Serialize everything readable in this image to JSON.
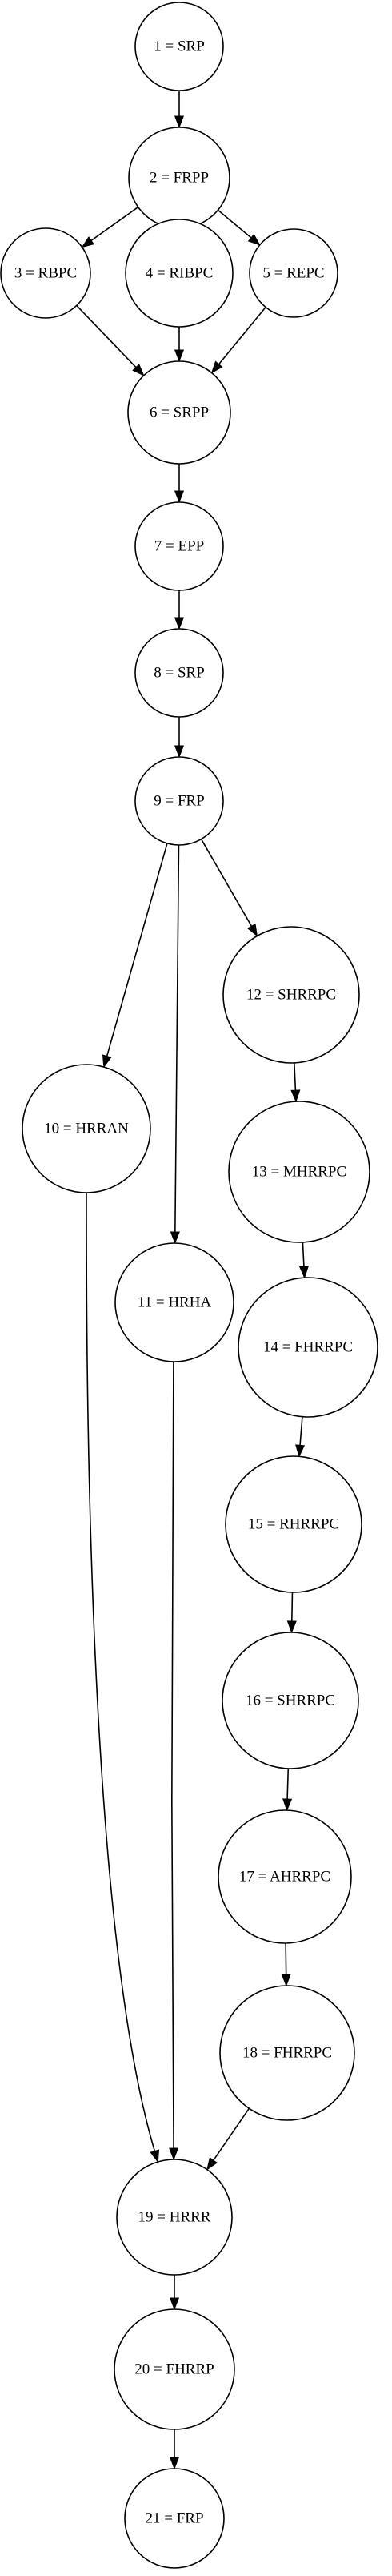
{
  "nodes": [
    {
      "id": "1",
      "label": "1 = SRP"
    },
    {
      "id": "2",
      "label": "2 = FRPP"
    },
    {
      "id": "3",
      "label": "3 = RBPC"
    },
    {
      "id": "4",
      "label": "4 = RIBPC"
    },
    {
      "id": "5",
      "label": "5 = REPC"
    },
    {
      "id": "6",
      "label": "6 = SRPP"
    },
    {
      "id": "7",
      "label": "7 = EPP"
    },
    {
      "id": "8",
      "label": "8 = SRP"
    },
    {
      "id": "9",
      "label": "9 = FRP"
    },
    {
      "id": "10",
      "label": "10 = HRRAN"
    },
    {
      "id": "11",
      "label": "11 = HRHA"
    },
    {
      "id": "12",
      "label": "12 = SHRRPC"
    },
    {
      "id": "13",
      "label": "13 = MHRRPC"
    },
    {
      "id": "14",
      "label": "14 = FHRRPC"
    },
    {
      "id": "15",
      "label": "15 = RHRRPC"
    },
    {
      "id": "16",
      "label": "16 = SHRRPC"
    },
    {
      "id": "17",
      "label": "17 = AHRRPC"
    },
    {
      "id": "18",
      "label": "18 = FHRRPC"
    },
    {
      "id": "19",
      "label": "19 = HRRR"
    },
    {
      "id": "20",
      "label": "20 = FHRRP"
    },
    {
      "id": "21",
      "label": "21 = FRP"
    }
  ],
  "edges": [
    {
      "from": "1",
      "to": "2"
    },
    {
      "from": "2",
      "to": "3"
    },
    {
      "from": "2",
      "to": "4"
    },
    {
      "from": "2",
      "to": "5"
    },
    {
      "from": "3",
      "to": "6"
    },
    {
      "from": "4",
      "to": "6"
    },
    {
      "from": "5",
      "to": "6"
    },
    {
      "from": "6",
      "to": "7"
    },
    {
      "from": "7",
      "to": "8"
    },
    {
      "from": "8",
      "to": "9"
    },
    {
      "from": "9",
      "to": "10"
    },
    {
      "from": "9",
      "to": "11"
    },
    {
      "from": "9",
      "to": "12"
    },
    {
      "from": "12",
      "to": "13"
    },
    {
      "from": "13",
      "to": "14"
    },
    {
      "from": "14",
      "to": "15"
    },
    {
      "from": "15",
      "to": "16"
    },
    {
      "from": "16",
      "to": "17"
    },
    {
      "from": "17",
      "to": "18"
    },
    {
      "from": "10",
      "to": "19"
    },
    {
      "from": "11",
      "to": "19"
    },
    {
      "from": "18",
      "to": "19"
    },
    {
      "from": "19",
      "to": "20"
    },
    {
      "from": "20",
      "to": "21"
    }
  ]
}
